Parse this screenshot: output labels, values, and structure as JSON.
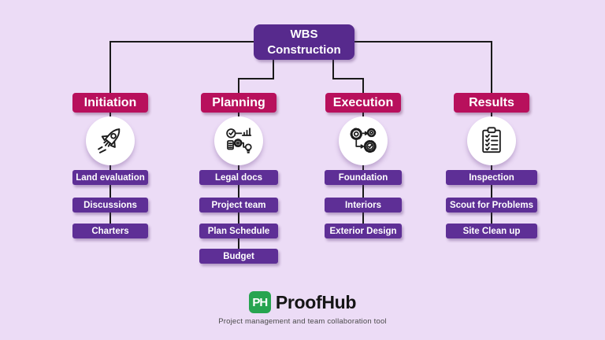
{
  "root": {
    "line1": "WBS",
    "line2": "Construction"
  },
  "branches": [
    {
      "name": "Initiation",
      "icon": "rocket-icon",
      "items": [
        "Land evaluation",
        "Discussions",
        "Charters"
      ]
    },
    {
      "name": "Planning",
      "icon": "process-flow-icon",
      "items": [
        "Legal docs",
        "Project team",
        "Plan Schedule",
        "Budget"
      ]
    },
    {
      "name": "Execution",
      "icon": "gears-icon",
      "items": [
        "Foundation",
        "Interiors",
        "Exterior Design"
      ]
    },
    {
      "name": "Results",
      "icon": "checklist-clipboard-icon",
      "items": [
        "Inspection",
        "Scout for Problems",
        "Site Clean up"
      ]
    }
  ],
  "footer": {
    "logo_monogram": "PH",
    "brand": "ProofHub",
    "tagline": "Project management and team collaboration tool"
  },
  "colors": {
    "background": "#ecdcf6",
    "root_box": "#572a8d",
    "item_box": "#5e2f96",
    "header_box": "#b8105c",
    "connector": "#1a1a1a",
    "logo_green": "#27a450",
    "brand_text": "#151515",
    "tagline_text": "#4a4a4a"
  }
}
